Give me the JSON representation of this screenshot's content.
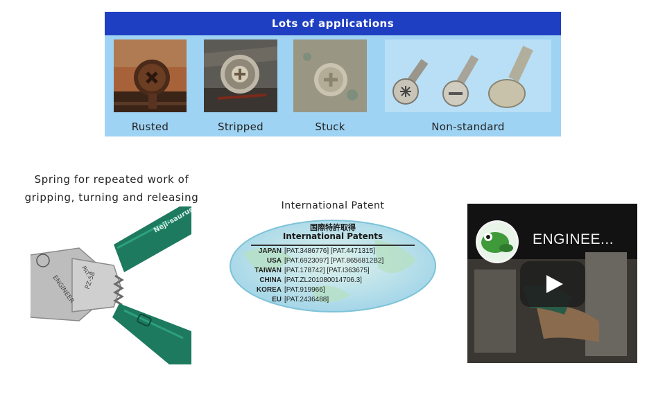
{
  "applications": {
    "title": "Lots of applications",
    "items": [
      {
        "label": "Rusted"
      },
      {
        "label": "Stripped"
      },
      {
        "label": "Stuck"
      },
      {
        "label": "Non-standard"
      }
    ]
  },
  "spring": {
    "line1": "Spring for repeated work of",
    "line2": "gripping, turning and releasing",
    "plier_jaw_text": "ENGINEER",
    "plier_model": "PZ-58",
    "plier_pat": "PAT.",
    "plier_brand": "Neji-saurus"
  },
  "patent": {
    "title": "International Patent",
    "jp_heading": "国際特許取得",
    "heading": "International Patents",
    "rows": [
      {
        "country": "JAPAN",
        "numbers": "[PAT.3486776] [PAT.4471315]"
      },
      {
        "country": "USA",
        "numbers": "[PAT.6923097] [PAT.8656812B2]"
      },
      {
        "country": "TAIWAN",
        "numbers": "[PAT.178742] [PAT.I363675]"
      },
      {
        "country": "CHINA",
        "numbers": "[PAT.ZL201080014706.3]"
      },
      {
        "country": "KOREA",
        "numbers": "[PAT.919966]"
      },
      {
        "country": "EU",
        "numbers": "[PAT.2436488]"
      }
    ]
  },
  "video": {
    "title": "ENGINEE..."
  },
  "colors": {
    "header_blue": "#1f3fc2",
    "panel_bg": "#9fd3f3",
    "plier_green": "#1d7a5f"
  }
}
